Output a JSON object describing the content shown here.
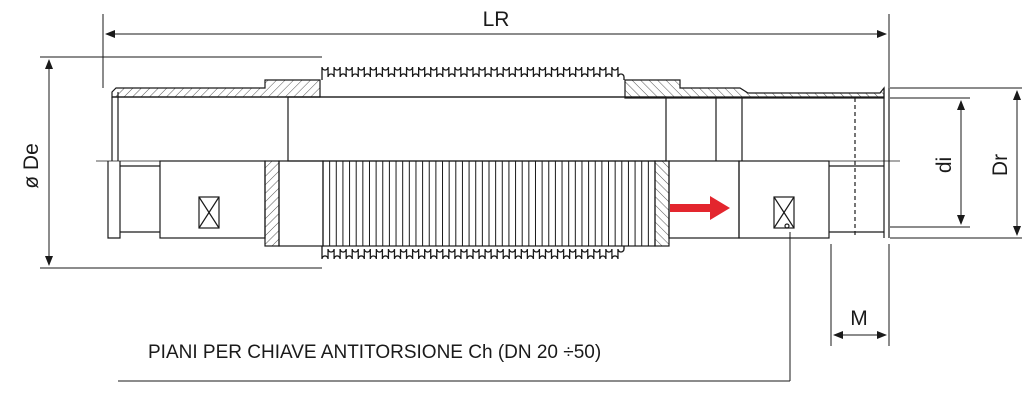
{
  "labels": {
    "overall_length": "LR",
    "outer_diameter": "ø De",
    "inner_diameter": "di",
    "thread_diameter": "Dr",
    "thread_length": "M",
    "wrench_note": "PIANI PER CHIAVE ANTITORSIONE Ch (DN 20 ÷50)"
  },
  "colors": {
    "line": "#1a1a1a",
    "arrow": "#e3262e",
    "hatch": "#555555"
  },
  "icons": {
    "flow_arrow": "flow-direction-arrow",
    "wrench_flat_marker": "crossed-box-icon"
  }
}
